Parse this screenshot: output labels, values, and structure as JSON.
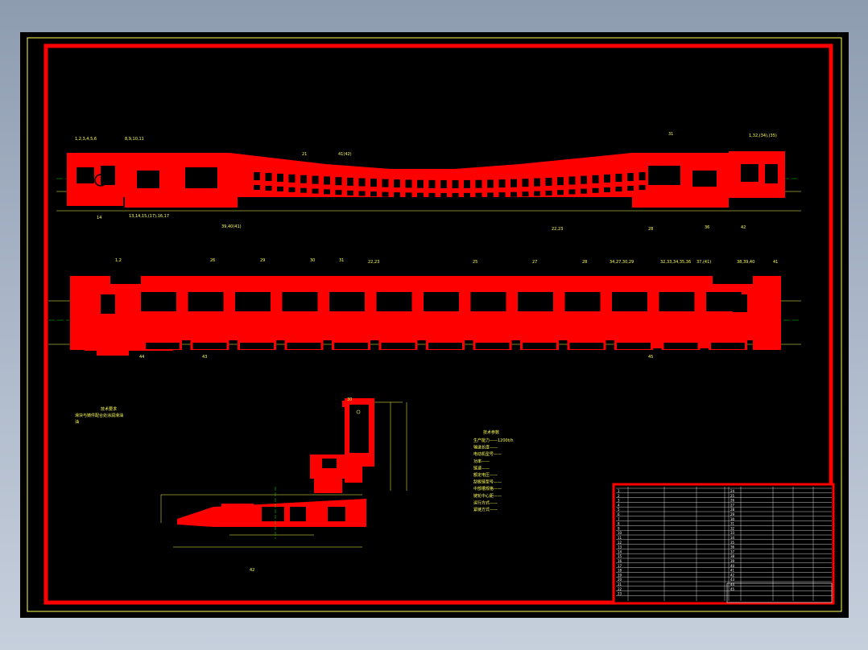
{
  "colors": {
    "frame": "#ff0000",
    "fill": "#ff0000",
    "annotation": "#ffff55",
    "centerline": "#00cc00",
    "background": "#000000",
    "table_text": "#ffffff"
  },
  "technical_notes": {
    "heading": "技术要求",
    "lines": [
      "滑块与铸件配合处涂润滑油",
      "油"
    ]
  },
  "spec_block": {
    "heading": "技术参数",
    "lines": [
      "生产能力——1200t/h",
      "输送长度——",
      "电动机型号——",
      "功率——",
      "链速——",
      "额定电压——",
      "刮板链型号——",
      "中部槽规格——",
      "链轮中心距——",
      "运行方式——",
      "紧链方式——"
    ]
  },
  "view1_labels": [
    "1,2,3,4,5,6",
    "8,9,10,11",
    "21",
    "41(42)",
    "31",
    "1,32,(34),(35)",
    "14",
    "13,14,15,(17),16,17",
    "22,23",
    "36",
    "42",
    "28",
    "39,40(41)"
  ],
  "view2_labels": [
    "1,2",
    "26",
    "29",
    "30",
    "31",
    "22,23",
    "25",
    "27",
    "28",
    "34,27,30,29",
    "32,33,34,35,36",
    "37,(41)",
    "38,39,40",
    "41",
    "44",
    "43",
    "45"
  ],
  "section_labels": [
    "30",
    "42"
  ],
  "parts_table": {
    "rows_left": [
      "1",
      "2",
      "3",
      "4",
      "5",
      "6",
      "7",
      "8",
      "9",
      "10",
      "11",
      "12",
      "13",
      "14",
      "15",
      "16",
      "17",
      "18",
      "19",
      "20",
      "21",
      "22",
      "23"
    ],
    "rows_right": [
      "24",
      "25",
      "26",
      "27",
      "28",
      "29",
      "30",
      "31",
      "32",
      "33",
      "34",
      "35",
      "36",
      "37",
      "38",
      "39",
      "40",
      "41",
      "42",
      "43",
      "44",
      "45"
    ]
  }
}
